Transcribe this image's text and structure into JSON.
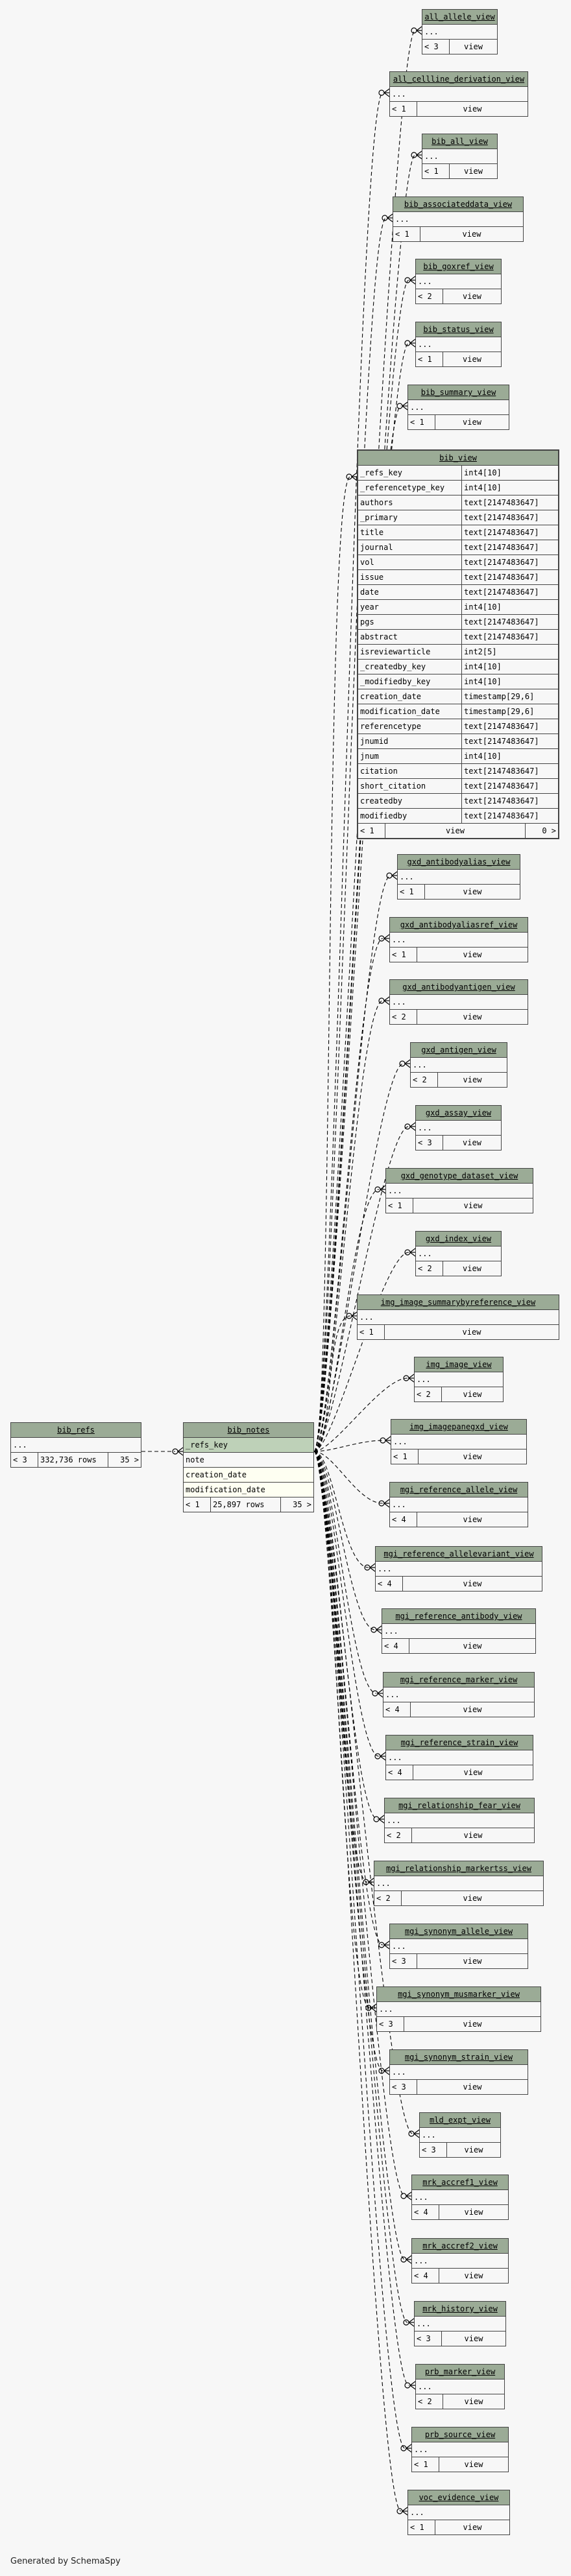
{
  "footer": {
    "credit": "Generated by SchemaSpy"
  },
  "bib_refs": {
    "name": "bib_refs",
    "row": "...",
    "foot": [
      "< 3",
      "332,736 rows",
      "35 >"
    ]
  },
  "bib_notes": {
    "name": "bib_notes",
    "fields": [
      {
        "name": "_refs_key",
        "kind": "pk"
      },
      {
        "name": "note",
        "kind": "plain"
      },
      {
        "name": "creation_date",
        "kind": "fld"
      },
      {
        "name": "modification_date",
        "kind": "fld"
      }
    ],
    "foot": [
      "< 1",
      "25,897 rows",
      "35 >"
    ]
  },
  "bib_view": {
    "name": "bib_view",
    "columns": [
      {
        "name": "_refs_key",
        "type": "int4[10]"
      },
      {
        "name": "_referencetype_key",
        "type": "int4[10]"
      },
      {
        "name": "authors",
        "type": "text[2147483647]"
      },
      {
        "name": "_primary",
        "type": "text[2147483647]"
      },
      {
        "name": "title",
        "type": "text[2147483647]"
      },
      {
        "name": "journal",
        "type": "text[2147483647]"
      },
      {
        "name": "vol",
        "type": "text[2147483647]"
      },
      {
        "name": "issue",
        "type": "text[2147483647]"
      },
      {
        "name": "date",
        "type": "text[2147483647]"
      },
      {
        "name": "year",
        "type": "int4[10]"
      },
      {
        "name": "pgs",
        "type": "text[2147483647]"
      },
      {
        "name": "abstract",
        "type": "text[2147483647]"
      },
      {
        "name": "isreviewarticle",
        "type": "int2[5]"
      },
      {
        "name": "_createdby_key",
        "type": "int4[10]"
      },
      {
        "name": "_modifiedby_key",
        "type": "int4[10]"
      },
      {
        "name": "creation_date",
        "type": "timestamp[29,6]"
      },
      {
        "name": "modification_date",
        "type": "timestamp[29,6]"
      },
      {
        "name": "referencetype",
        "type": "text[2147483647]"
      },
      {
        "name": "jnumid",
        "type": "text[2147483647]"
      },
      {
        "name": "jnum",
        "type": "int4[10]"
      },
      {
        "name": "citation",
        "type": "text[2147483647]"
      },
      {
        "name": "short_citation",
        "type": "text[2147483647]"
      },
      {
        "name": "createdby",
        "type": "text[2147483647]"
      },
      {
        "name": "modifiedby",
        "type": "text[2147483647]"
      }
    ],
    "foot": [
      "< 1",
      "view",
      "0 >"
    ]
  },
  "views": [
    {
      "name": "all_allele_view",
      "row": "...",
      "count": "< 3",
      "kind": "view"
    },
    {
      "name": "all_cellline_derivation_view",
      "row": "...",
      "count": "< 1",
      "kind": "view"
    },
    {
      "name": "bib_all_view",
      "row": "...",
      "count": "< 1",
      "kind": "view"
    },
    {
      "name": "bib_associateddata_view",
      "row": "...",
      "count": "< 1",
      "kind": "view"
    },
    {
      "name": "bib_goxref_view",
      "row": "...",
      "count": "< 2",
      "kind": "view"
    },
    {
      "name": "bib_status_view",
      "row": "...",
      "count": "< 1",
      "kind": "view"
    },
    {
      "name": "bib_summary_view",
      "row": "...",
      "count": "< 1",
      "kind": "view"
    },
    {
      "name": "gxd_antibodyalias_view",
      "row": "...",
      "count": "< 1",
      "kind": "view"
    },
    {
      "name": "gxd_antibodyaliasref_view",
      "row": "...",
      "count": "< 1",
      "kind": "view"
    },
    {
      "name": "gxd_antibodyantigen_view",
      "row": "...",
      "count": "< 2",
      "kind": "view"
    },
    {
      "name": "gxd_antigen_view",
      "row": "...",
      "count": "< 2",
      "kind": "view"
    },
    {
      "name": "gxd_assay_view",
      "row": "...",
      "count": "< 3",
      "kind": "view"
    },
    {
      "name": "gxd_genotype_dataset_view",
      "row": "...",
      "count": "< 1",
      "kind": "view"
    },
    {
      "name": "gxd_index_view",
      "row": "...",
      "count": "< 2",
      "kind": "view"
    },
    {
      "name": "img_image_summarybyreference_view",
      "row": "...",
      "count": "< 1",
      "kind": "view"
    },
    {
      "name": "img_image_view",
      "row": "...",
      "count": "< 2",
      "kind": "view"
    },
    {
      "name": "img_imagepanegxd_view",
      "row": "...",
      "count": "< 1",
      "kind": "view"
    },
    {
      "name": "mgi_reference_allele_view",
      "row": "...",
      "count": "< 4",
      "kind": "view"
    },
    {
      "name": "mgi_reference_allelevariant_view",
      "row": "...",
      "count": "< 4",
      "kind": "view"
    },
    {
      "name": "mgi_reference_antibody_view",
      "row": "...",
      "count": "< 4",
      "kind": "view"
    },
    {
      "name": "mgi_reference_marker_view",
      "row": "...",
      "count": "< 4",
      "kind": "view"
    },
    {
      "name": "mgi_reference_strain_view",
      "row": "...",
      "count": "< 4",
      "kind": "view"
    },
    {
      "name": "mgi_relationship_fear_view",
      "row": "...",
      "count": "< 2",
      "kind": "view"
    },
    {
      "name": "mgi_relationship_markertss_view",
      "row": "...",
      "count": "< 2",
      "kind": "view"
    },
    {
      "name": "mgi_synonym_allele_view",
      "row": "...",
      "count": "< 3",
      "kind": "view"
    },
    {
      "name": "mgi_synonym_musmarker_view",
      "row": "...",
      "count": "< 3",
      "kind": "view"
    },
    {
      "name": "mgi_synonym_strain_view",
      "row": "...",
      "count": "< 3",
      "kind": "view"
    },
    {
      "name": "mld_expt_view",
      "row": "...",
      "count": "< 3",
      "kind": "view"
    },
    {
      "name": "mrk_accref1_view",
      "row": "...",
      "count": "< 4",
      "kind": "view"
    },
    {
      "name": "mrk_accref2_view",
      "row": "...",
      "count": "< 4",
      "kind": "view"
    },
    {
      "name": "mrk_history_view",
      "row": "...",
      "count": "< 3",
      "kind": "view"
    },
    {
      "name": "prb_marker_view",
      "row": "...",
      "count": "< 2",
      "kind": "view"
    },
    {
      "name": "prb_source_view",
      "row": "...",
      "count": "< 1",
      "kind": "view"
    },
    {
      "name": "voc_evidence_view",
      "row": "...",
      "count": "< 1",
      "kind": "view"
    }
  ]
}
